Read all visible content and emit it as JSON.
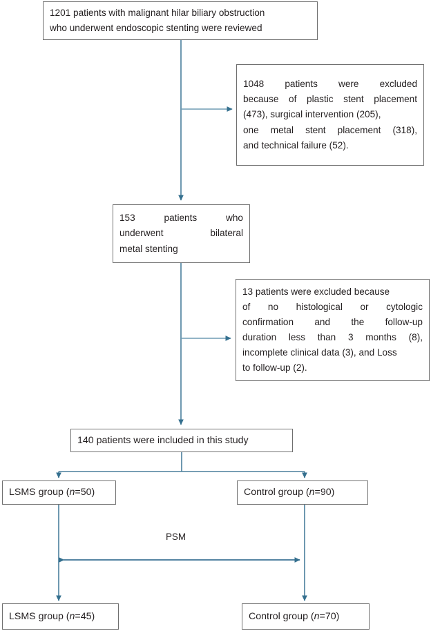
{
  "figure": {
    "type": "flowchart",
    "kind": "patient-selection-flow-diagram",
    "connector_color": "#3b7394",
    "box_border_color": "#6f6f6f",
    "text_color": "#231f20",
    "background": "#ffffff"
  },
  "nodes": {
    "screened": {
      "id": "screened",
      "lines": [
        "1201 patients with malignant hilar biliary obstruction",
        "who underwent endoscopic stenting were reviewed"
      ],
      "text": "1201 patients with malignant hilar biliary obstruction who underwent endoscopic stenting were reviewed"
    },
    "excluded_1": {
      "id": "excluded-1",
      "lines": [
        " 1048 patients were excluded",
        "because of plastic stent placement",
        "(473), surgical intervention (205),",
        " one metal stent placement (318),",
        "and technical failure (52)."
      ],
      "text": "1048 patients were excluded because of plastic stent placement (473), surgical intervention (205), one metal stent placement (318), and technical failure (52)."
    },
    "bilateral": {
      "id": "bilateral-metal-stenting",
      "lines": [
        "153 patients who",
        "underwent bilateral",
        "metal stenting"
      ],
      "text": "153 patients who underwent bilateral metal stenting"
    },
    "excluded_2": {
      "id": "excluded-2",
      "lines": [
        "13 patients were excluded because",
        "of no histological or cytologic",
        "confirmation and the follow-up",
        "duration less than 3 months (8),",
        "incomplete clinical data (3), and Loss",
        "to follow-up (2)."
      ],
      "text": "13 patients were excluded because of no histological or cytologic confirmation and the follow-up duration less than 3 months (8), incomplete clinical data (3), and Loss to follow-up (2)."
    },
    "included": {
      "id": "included",
      "text": "140 patients were included in this study"
    },
    "lsms_pre": {
      "id": "lsms-group-pre",
      "label_prefix": "LSMS group (",
      "italic": "n",
      "label_suffix": "=50)",
      "text": "LSMS group (n=50)"
    },
    "control_pre": {
      "id": "control-group-pre",
      "label_prefix": "Control group (",
      "italic": "n",
      "label_suffix": "=90)",
      "text": "Control group (n=90)"
    },
    "lsms_post": {
      "id": "lsms-group-post",
      "label_prefix": "LSMS group (",
      "italic": "n",
      "label_suffix": "=45)",
      "text": "LSMS group (n=45)"
    },
    "control_post": {
      "id": "control-group-post",
      "label_prefix": "Control group (",
      "italic": "n",
      "label_suffix": "=70)",
      "text": "Control group (n=70)"
    }
  },
  "annotations": {
    "psm": "PSM"
  },
  "counts": {
    "screened": 1201,
    "excluded_first": 1048,
    "excluded_plastic_stent": 473,
    "excluded_surgical": 205,
    "excluded_one_metal_stent": 318,
    "excluded_technical_failure": 52,
    "bilateral_metal_stenting": 153,
    "excluded_second": 13,
    "excluded_no_confirmation_or_short_followup": 8,
    "excluded_incomplete_data": 3,
    "excluded_loss_to_followup": 2,
    "included": 140,
    "lsms_pre": 50,
    "control_pre": 90,
    "lsms_post": 45,
    "control_post": 70
  }
}
